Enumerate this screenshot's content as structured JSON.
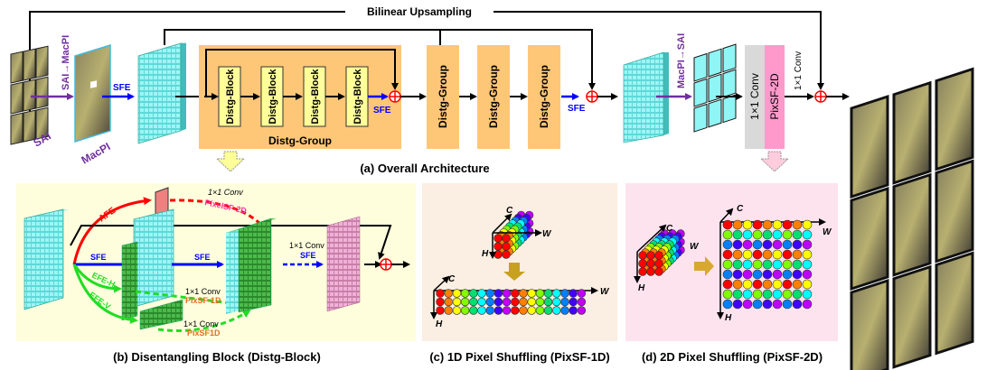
{
  "top": {
    "bilinear_label": "Bilinear Upsampling",
    "sai_to_macpi": "SAI→MacPI",
    "sai_label": "SAI",
    "macpi_label": "MacPI",
    "sfe_label": "SFE",
    "distg_block_label": "Distg-Block",
    "distg_group_label": "Distg-Group",
    "macpi_to_sai": "MacPI→SAI",
    "conv_label": "1×1 Conv",
    "pixsf2d_label": "PixSF-2D",
    "conv_out_label": "1×1 Conv",
    "caption": "(a) Overall Architecture"
  },
  "panel_b": {
    "afe": "AFE",
    "sfe": "SFE",
    "efe_h": "EFE-H",
    "efe_v": "EFE-V",
    "conv1": "1×1 Conv",
    "pixelsf2d": "PixelSF-2D",
    "conv2": "1×1 Conv",
    "pixsf1d_a": "PixSF-1D",
    "conv3": "1×1 Conv",
    "pixsf1d_b": "PixSF1D",
    "conv4": "1×1 Conv",
    "sfe2": "SFE",
    "caption": "(b) Disentangling Block (Distg-Block)"
  },
  "panel_c": {
    "axis_c": "C",
    "axis_w": "W",
    "axis_h": "H",
    "caption": "(c) 1D Pixel Shuffling (PixSF-1D)"
  },
  "panel_d": {
    "axis_c": "C",
    "axis_w": "W",
    "axis_h": "H",
    "caption": "(d) 2D Pixel Shuffling (PixSF-2D)"
  },
  "colors": {
    "spectrum": [
      "#ff0000",
      "#ff8000",
      "#ffff00",
      "#80ff00",
      "#00e070",
      "#00ffff",
      "#0080ff",
      "#4000ff",
      "#c000ff"
    ],
    "group_bg": "#fdc777",
    "block_bg": "#ffff99",
    "panel_b_bg": "#fefedd",
    "panel_c_bg": "#fbeee2",
    "panel_d_bg": "#fde3ee",
    "sfe_blue": "#0000ff",
    "label_purple": "#7030a0"
  }
}
